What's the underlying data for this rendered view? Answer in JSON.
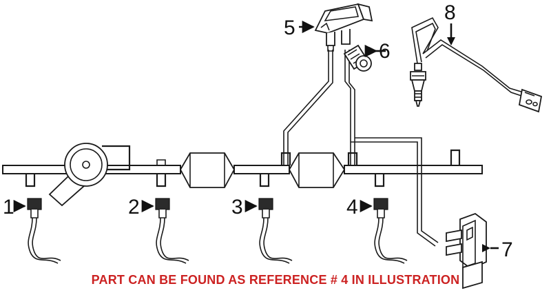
{
  "illustration": {
    "title": "Exhaust system sensor parts illustration",
    "background_color": "#ffffff",
    "line_color": "#1a1a1a",
    "caption": {
      "text": "PART CAN BE FOUND AS REFERENCE # 4 IN ILLUSTRATION",
      "color": "#cc2222"
    },
    "callouts": [
      {
        "number": "1",
        "label": "exhaust-gas-temperature-sensor-1",
        "arrow_direction": "right"
      },
      {
        "number": "2",
        "label": "exhaust-gas-temperature-sensor-2",
        "arrow_direction": "right"
      },
      {
        "number": "3",
        "label": "exhaust-gas-temperature-sensor-3",
        "arrow_direction": "right"
      },
      {
        "number": "4",
        "label": "exhaust-gas-temperature-sensor-4",
        "arrow_direction": "right"
      },
      {
        "number": "5",
        "label": "differential-pressure-sensor",
        "arrow_direction": "right"
      },
      {
        "number": "6",
        "label": "mounting-bolt",
        "arrow_direction": "left"
      },
      {
        "number": "7",
        "label": "pressure-sensor-module",
        "arrow_direction": "left"
      },
      {
        "number": "8",
        "label": "oxygen-lambda-sensor",
        "arrow_direction": "down"
      }
    ],
    "components": {
      "exhaust_pipe": "main-exhaust-pipe",
      "turbocharger": "turbocharger-housing",
      "catalytic_converter_front": "catalytic-converter-front",
      "catalytic_converter_rear": "catalytic-converter-rear",
      "pressure_tubes": "differential-pressure-tubes",
      "hangers": "exhaust-hanger-tabs"
    }
  }
}
